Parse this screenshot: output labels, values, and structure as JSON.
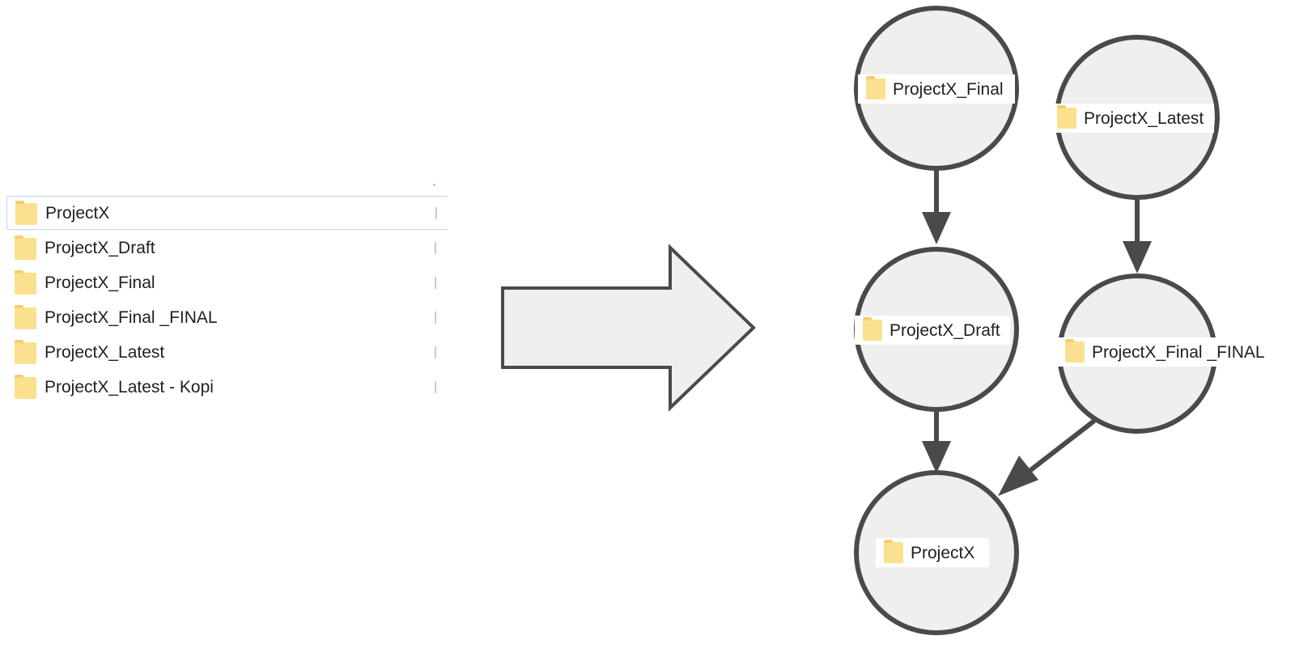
{
  "file_list": {
    "items": [
      {
        "name": "ProjectX",
        "selected": true
      },
      {
        "name": "ProjectX_Draft",
        "selected": false
      },
      {
        "name": "ProjectX_Final",
        "selected": false
      },
      {
        "name": "ProjectX_Final _FINAL",
        "selected": false
      },
      {
        "name": "ProjectX_Latest",
        "selected": false
      },
      {
        "name": "ProjectX_Latest - Kopi",
        "selected": false
      }
    ]
  },
  "diagram": {
    "nodes": {
      "final": {
        "label": "ProjectX_Final"
      },
      "latest": {
        "label": "ProjectX_Latest"
      },
      "draft": {
        "label": "ProjectX_Draft"
      },
      "final_final": {
        "label": "ProjectX_Final _FINAL"
      },
      "root": {
        "label": "ProjectX"
      }
    },
    "edges": [
      {
        "from": "ProjectX_Final",
        "to": "ProjectX_Draft"
      },
      {
        "from": "ProjectX_Latest",
        "to": "ProjectX_Final _FINAL"
      },
      {
        "from": "ProjectX_Draft",
        "to": "ProjectX"
      },
      {
        "from": "ProjectX_Final _FINAL",
        "to": "ProjectX"
      }
    ]
  },
  "colors": {
    "folder": "#fbe08f",
    "node_fill": "#efefef",
    "node_stroke": "#4a4a4a",
    "arrow_fill": "#efefef"
  }
}
